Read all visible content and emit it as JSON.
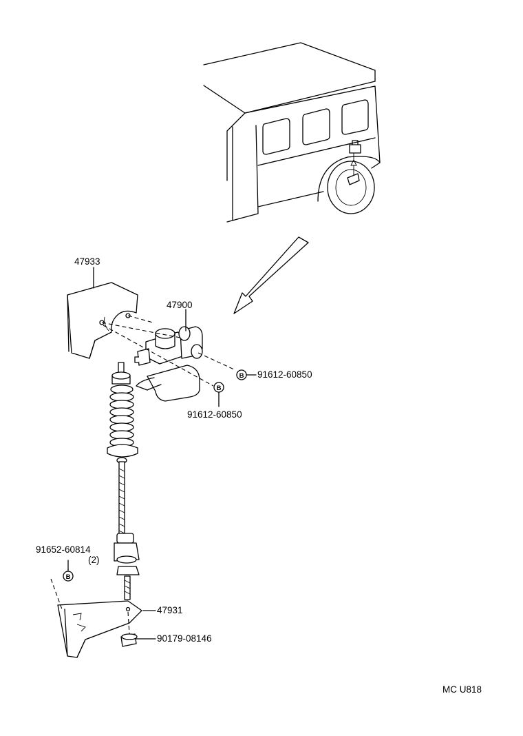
{
  "callouts": {
    "cover": "47933",
    "valve": "47900",
    "bolt_upper": "91612-60850",
    "bolt_lower": "91612-60850",
    "bracket_bolt": "91652-60814",
    "bracket_bolt_qty": "(2)",
    "bracket": "47931",
    "nut": "90179-08146"
  },
  "fastener_mark": "B",
  "diagram_code": "MC U818"
}
